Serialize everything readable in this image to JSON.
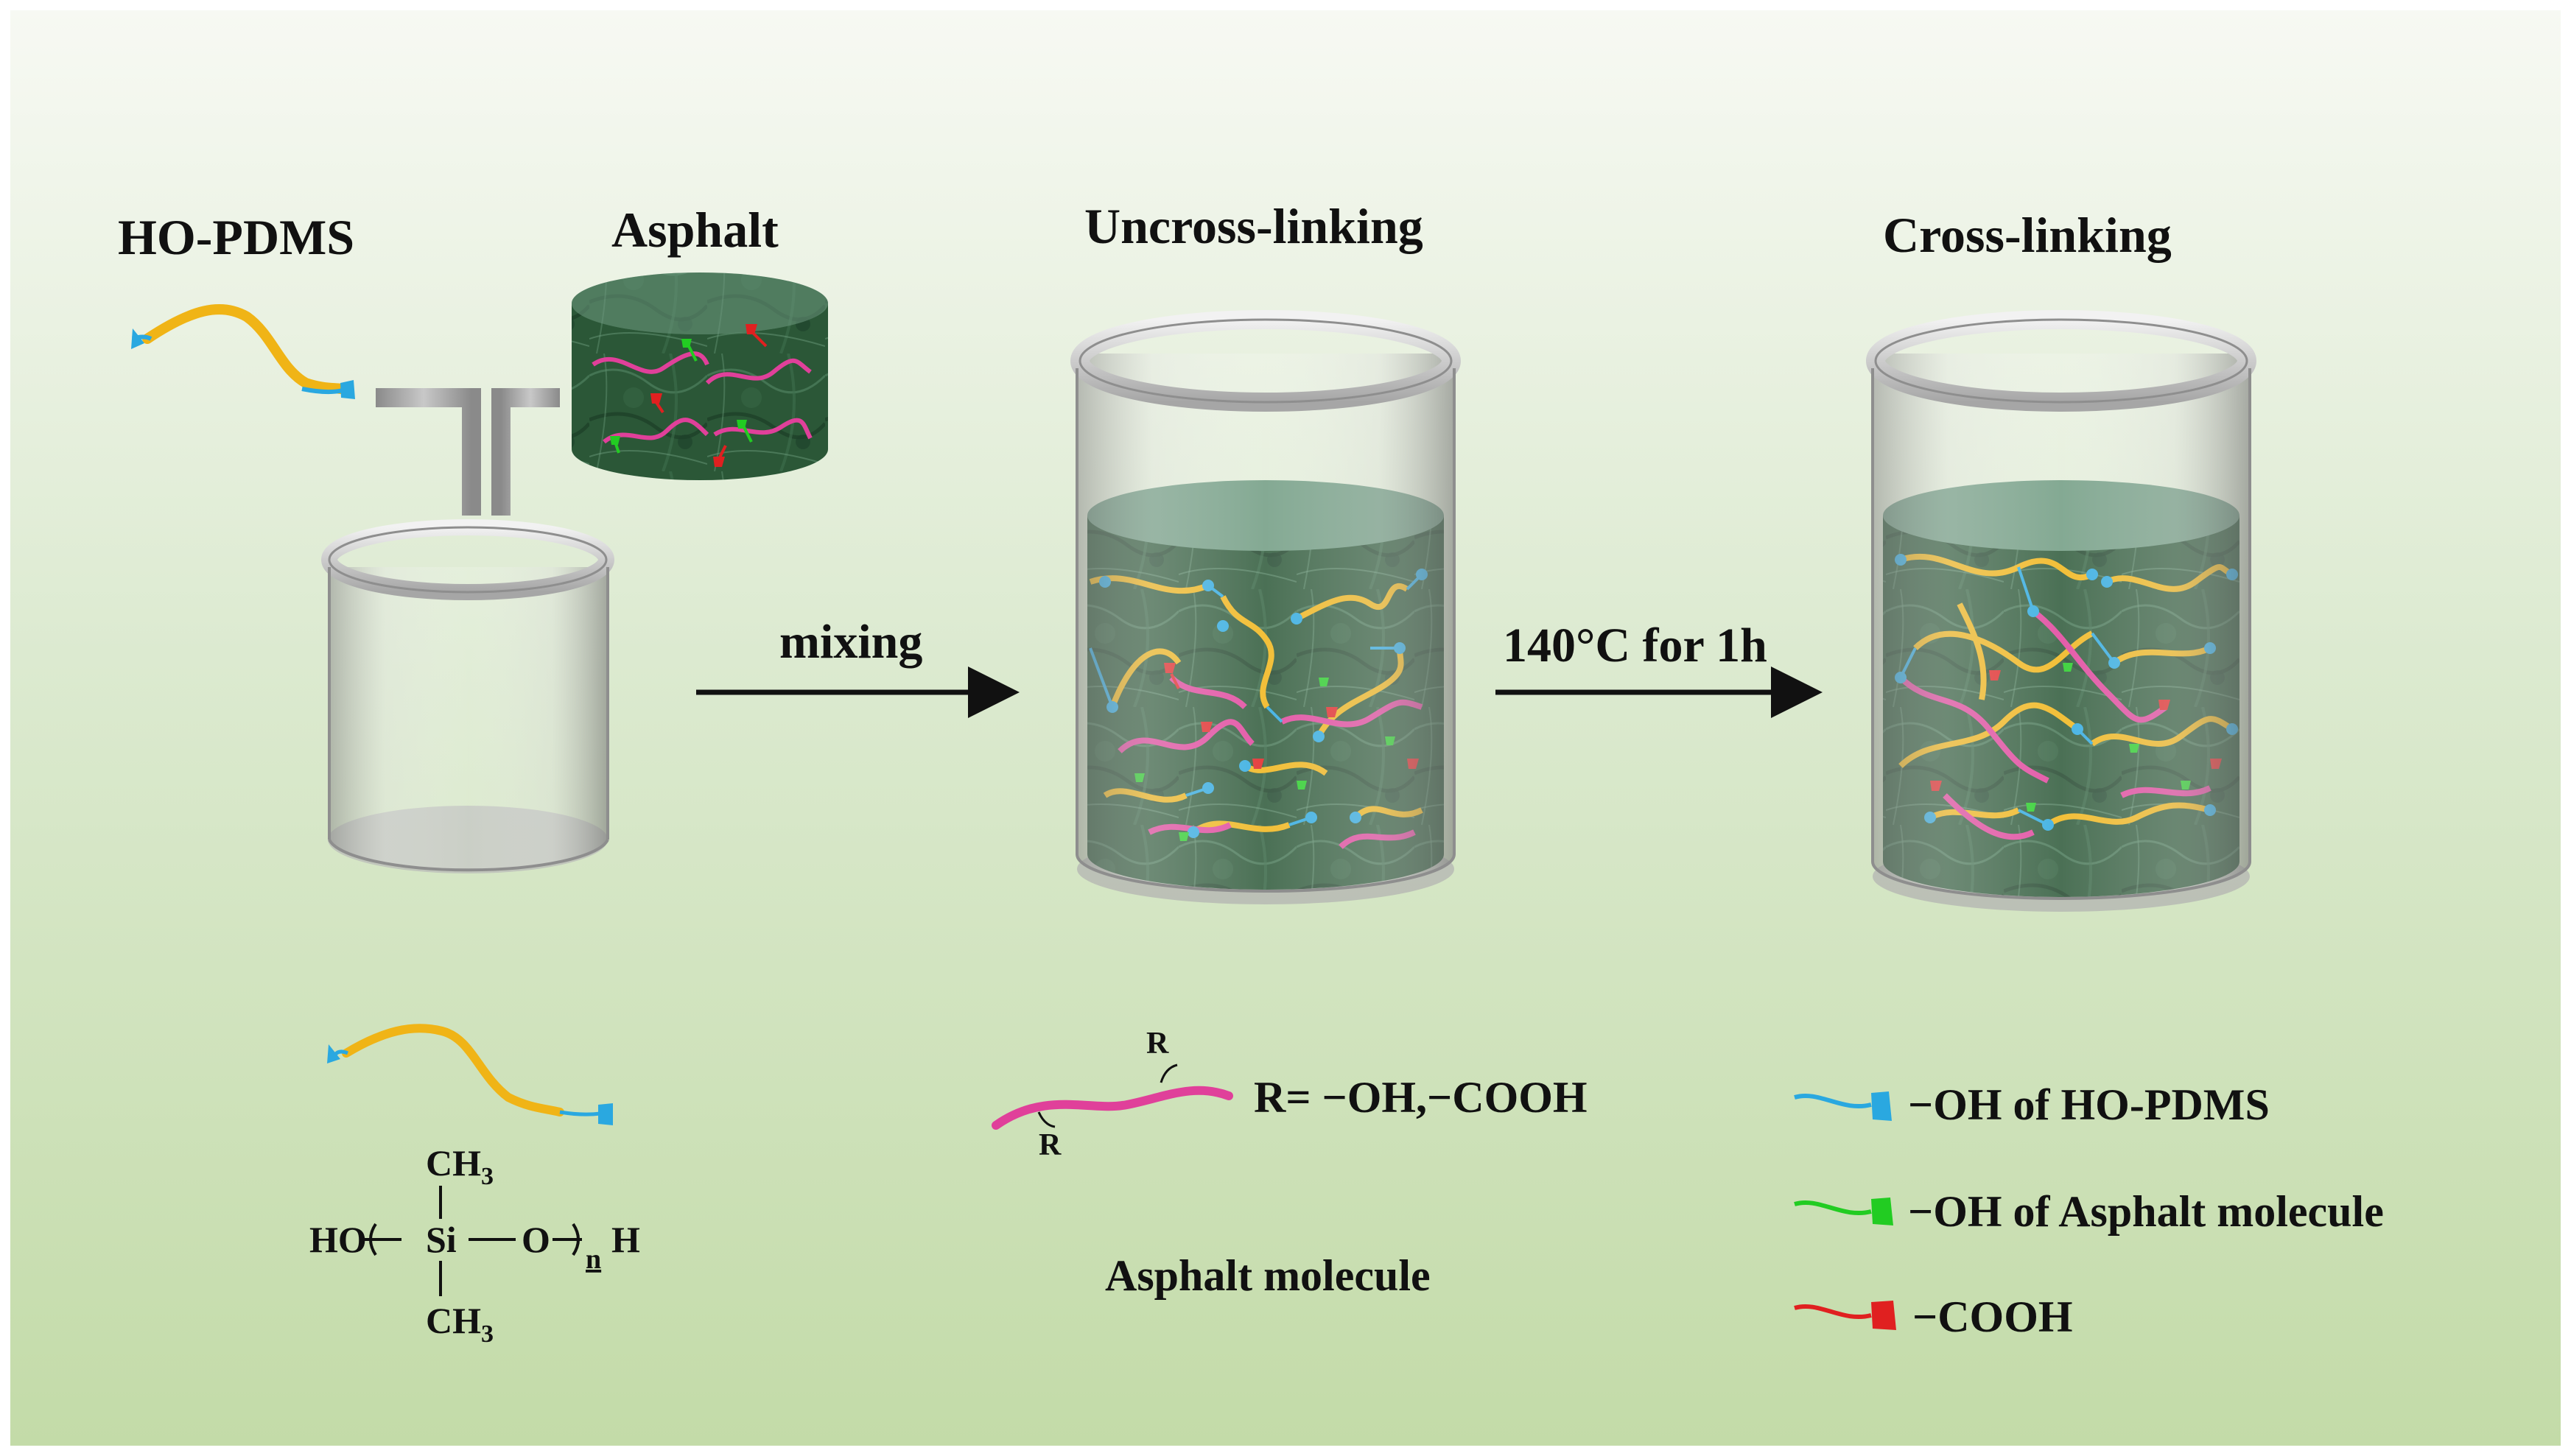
{
  "labels": {
    "ho_pdms": "HO-PDMS",
    "asphalt": "Asphalt",
    "uncross": "Uncross-linking",
    "cross": "Cross-linking",
    "mixing": "mixing",
    "condition": "140°C for 1h",
    "asphalt_molecule": "Asphalt molecule",
    "r_def": "R= −OH,−COOH",
    "r_tag": "R"
  },
  "formula": {
    "ho": "HO",
    "si": "Si",
    "o": "O",
    "h": "H",
    "ch3_top": "CH",
    "ch3_bot": "CH",
    "sub3": "3",
    "n": "n"
  },
  "legend": [
    {
      "text": "−OH of HO-PDMS",
      "color": "#2aa8e0"
    },
    {
      "text": "−OH of Asphalt molecule",
      "color": "#22cc22"
    },
    {
      "text": "−COOH",
      "color": "#e02020"
    }
  ],
  "colors": {
    "pdms_chain": "#f0b416",
    "asphalt_chain": "#e0409a",
    "oh_pdms": "#2aa8e0",
    "oh_asphalt": "#22cc22",
    "cooh": "#e02020",
    "asphalt_fill": "#2d5a3a"
  }
}
